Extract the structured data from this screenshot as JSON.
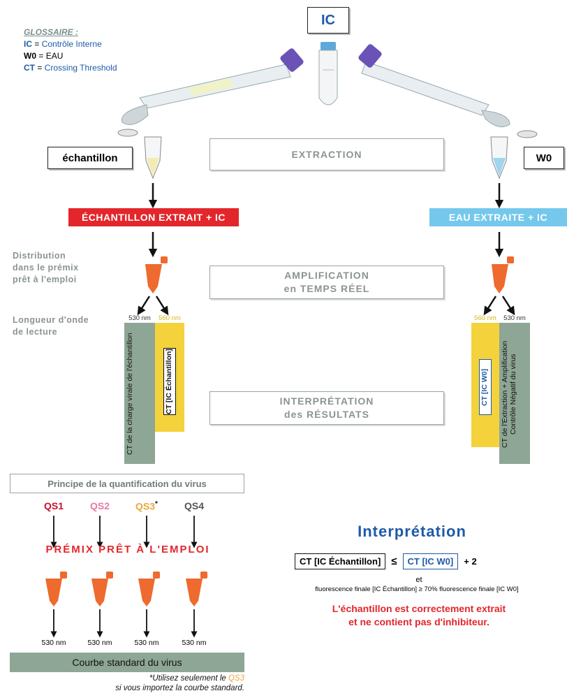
{
  "glossary": {
    "title": "GLOSSAIRE :",
    "items": [
      {
        "key": "IC",
        "sep": " = ",
        "value": "Contrôle Interne"
      },
      {
        "key": "W0",
        "sep": " = ",
        "value": "EAU"
      },
      {
        "key": "CT",
        "sep": " = ",
        "value": "Crossing Threshold"
      }
    ]
  },
  "top_label": "IC",
  "left_input": "échantillon",
  "right_input": "W0",
  "steps": {
    "extraction": "EXTRACTION",
    "amplification_l1": "AMPLIFICATION",
    "amplification_l2": "en TEMPS RÉEL",
    "interpretation_l1": "INTERPRÉTATION",
    "interpretation_l2": "des RÉSULTATS"
  },
  "banners": {
    "left": "ÉCHANTILLON EXTRAIT + IC",
    "right": "EAU EXTRAITE + IC"
  },
  "side_notes": {
    "distribution": [
      "Distribution",
      "dans le prémix",
      "prêt à l'emploi"
    ],
    "wavelength": [
      "Longueur d'onde",
      "de lecture"
    ]
  },
  "wavelengths": {
    "nm530": "530 nm",
    "nm560": "560 nm"
  },
  "left_bars": {
    "green_text": "CT de la charge virale de l'échantillon",
    "yellow_text": "CT [IC Échantillon]"
  },
  "right_bars": {
    "yellow_text": "CT [IC W0]",
    "green_text": "CT de l'Extraction + Amplification Contrôle Négatif du virus"
  },
  "quant": {
    "title": "Principe de la quantification du virus",
    "standards": [
      {
        "label": "QS1",
        "color": "#c8102e"
      },
      {
        "label": "QS2",
        "color": "#e87aa8"
      },
      {
        "label": "QS3",
        "color": "#e8a93a",
        "mark": "*"
      },
      {
        "label": "QS4",
        "color": "#555555"
      }
    ],
    "premix": "PRÉMIX PRÊT À L'EMPLOI",
    "wavelength": "530 nm",
    "curve": "Courbe standard du virus",
    "footnote_pre": "*Utilisez seulement le ",
    "footnote_qs": "QS3",
    "footnote_post": "si vous importez la courbe standard."
  },
  "interpretation": {
    "title": "Interprétation",
    "formula_left": "CT [IC Échantillon]",
    "formula_op": "≤",
    "formula_right": "CT [IC W0]",
    "formula_plus": "+ 2",
    "and": "et",
    "fluo": "fluorescence finale [IC Échantillon] ≥ 70% fluorescence finale [IC W0]",
    "conclusion_l1": "L'échantillon est correctement extrait",
    "conclusion_l2": "et ne contient pas d'inhibiteur."
  },
  "colors": {
    "red": "#e3262b",
    "blue": "#74c8ec",
    "green": "#8ea695",
    "yellow": "#f3d23c",
    "title_blue": "#1e5aa8",
    "orange": "#ee6a2e"
  }
}
